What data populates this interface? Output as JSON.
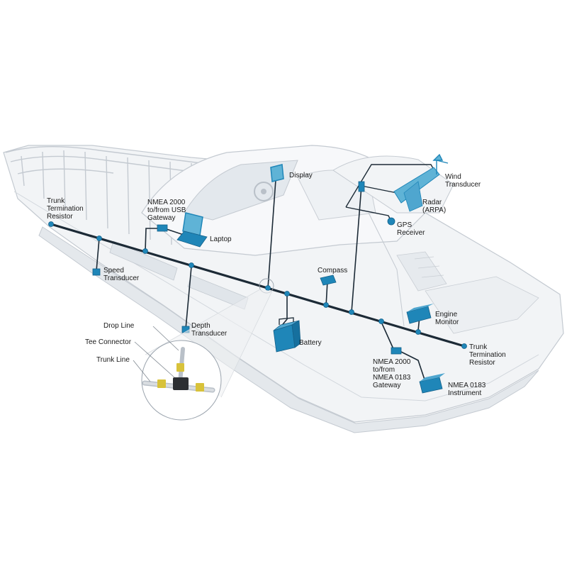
{
  "colors": {
    "background": "#ffffff",
    "boat_fill": "#f1f3f5",
    "boat_outline": "#c9ced4",
    "trunk_line": "#1c2a36",
    "device_blue": "#1f86b8",
    "device_light": "#5fb3d6",
    "yellow_connector": "#d8c23a"
  },
  "labels": {
    "trunk_resistor_left": "Trunk\nTermination\nResistor",
    "usb_gateway": "NMEA 2000\nto/from USB\nGateway",
    "laptop": "Laptop",
    "display": "Display",
    "wind": "Wind\nTransducer",
    "radar": "Radar\n(ARPA)",
    "gps": "GPS\nReceiver",
    "speed": "Speed\nTransducer",
    "compass": "Compass",
    "engine": "Engine\nMonitor",
    "depth": "Depth\nTransducer",
    "battery": "Battery",
    "trunk_resistor_right": "Trunk\nTermination\nResistor",
    "gateway_0183": "NMEA 2000\nto/from\nNMEA 0183\nGateway",
    "instrument_0183": "NMEA 0183\nInstrument",
    "drop_line": "Drop Line",
    "tee_connector": "Tee Connector",
    "trunk_line": "Trunk Line"
  }
}
